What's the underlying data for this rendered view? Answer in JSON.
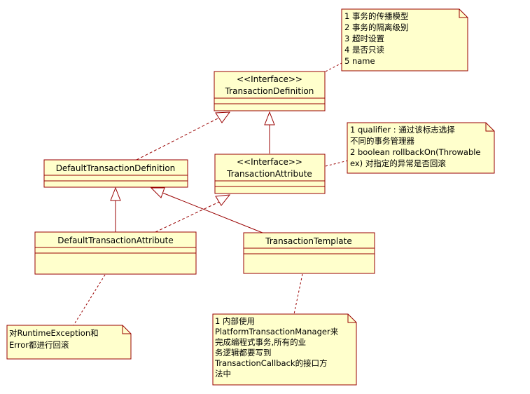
{
  "classes": {
    "transaction_definition": {
      "stereotype": "<<Interface>>",
      "name": "TransactionDefinition"
    },
    "transaction_attribute": {
      "stereotype": "<<Interface>>",
      "name": "TransactionAttribute"
    },
    "default_transaction_definition": {
      "name": "DefaultTransactionDefinition"
    },
    "default_transaction_attribute": {
      "name": "DefaultTransactionAttribute"
    },
    "transaction_template": {
      "name": "TransactionTemplate"
    }
  },
  "notes": {
    "definition_note": [
      "1  事务的传播模型",
      "2  事务的隔离级别",
      "3  超时设置",
      "4  是否只读",
      "5  name"
    ],
    "attribute_note": [
      "1 qualifier : 通过该标志选择",
      "不同的事务管理器",
      "2 boolean rollbackOn(Throwable",
      "ex) 对指定的异常是否回滚"
    ],
    "default_attribute_note": [
      "对RuntimeException和",
      "Error都进行回滚"
    ],
    "template_note": [
      "1 内部使用",
      "PlatformTransactionManager来",
      "完成编程式事务,所有的业",
      "务逻辑都要写到",
      "TransactionCallback的接口方",
      "法中"
    ]
  },
  "colors": {
    "box_fill": "#ffffcc",
    "box_border": "#990000",
    "line": "#990000"
  }
}
